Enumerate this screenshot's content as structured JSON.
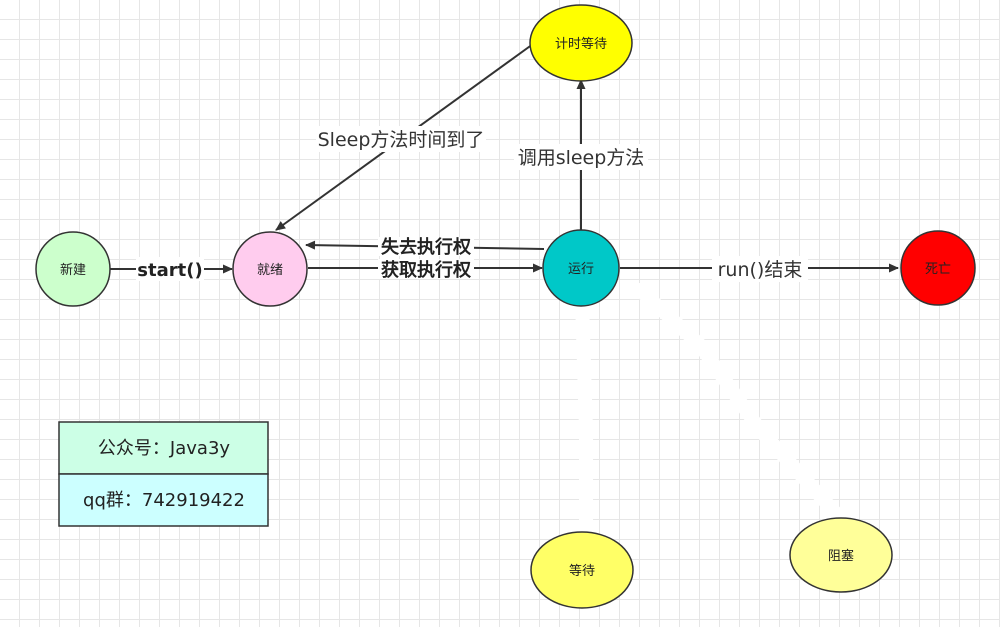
{
  "nodes": {
    "new": {
      "label": "新建"
    },
    "ready": {
      "label": "就绪"
    },
    "running": {
      "label": "运行"
    },
    "dead": {
      "label": "死亡"
    },
    "timed_waiting": {
      "label": "计时等待"
    },
    "waiting": {
      "label": "等待"
    },
    "blocked": {
      "label": "阻塞"
    }
  },
  "edges": {
    "start": {
      "label": "start()"
    },
    "lose_cpu": {
      "label": "失去执行权"
    },
    "gain_cpu": {
      "label": "获取执行权"
    },
    "run_end": {
      "label": "run()结束"
    },
    "call_sleep": {
      "label": "调用sleep方法"
    },
    "sleep_timeout": {
      "label": "Sleep方法时间到了"
    }
  },
  "info_box": {
    "wechat": "公众号：Java3y",
    "qq": "qq群：742919422"
  },
  "colors": {
    "new": "#ccffcc",
    "ready": "#ffccee",
    "running": "#00c8c8",
    "dead": "#ff0000",
    "timed_waiting": "#ffff00",
    "waiting": "#ffff66",
    "blocked": "#ffff99",
    "info_top": "#ccffe6",
    "info_bottom": "#ccffff",
    "line": "#333333"
  }
}
